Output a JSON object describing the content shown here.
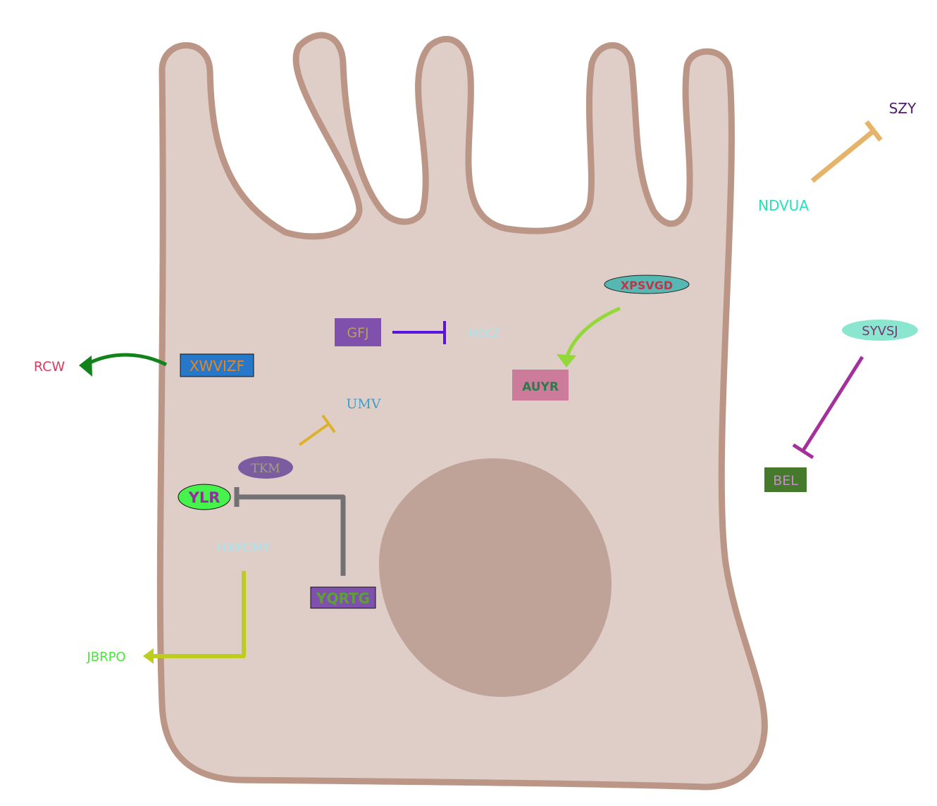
{
  "colors": {
    "cell_fill": "#decec7",
    "cell_stroke": "#bb9585",
    "nucleus_fill": "#c0a398"
  },
  "nodes": {
    "xwvizf": {
      "label": "XWVIZF",
      "shape": "rect",
      "fill": "#2778c9",
      "text_color": "#e0872d"
    },
    "rcw": {
      "label": "RCW",
      "text_color": "#d43d5f"
    },
    "gfj": {
      "label": "GFJ",
      "shape": "rect",
      "fill": "#7f51ac",
      "text_color": "#b7a05e"
    },
    "hixz": {
      "label": "HIXZ",
      "text_color": "#a8e4f0"
    },
    "xpsvgd": {
      "label": "XPSVGD",
      "shape": "ellipse",
      "fill": "#56b8b2",
      "text_color": "#c23447"
    },
    "auyr": {
      "label": "AUYR",
      "shape": "rect",
      "fill": "#cc7b9b",
      "text_color": "#2e7a4b"
    },
    "umv": {
      "label": "UMV",
      "text_color": "#3f9fc8"
    },
    "tkm": {
      "label": "TKM",
      "shape": "ellipse",
      "fill": "#7c5ca0",
      "text_color": "#a0a081"
    },
    "ylr": {
      "label": "YLR",
      "shape": "ellipse",
      "fill": "#45f34c",
      "text_color": "#9b2aa6"
    },
    "hxpcmy": {
      "label": "HXPCMY",
      "text_color": "#a8e4f0"
    },
    "yqrtg": {
      "label": "YQRTG",
      "shape": "rect",
      "fill": "#7f51ac",
      "text_color": "#5da035"
    },
    "jbrpo": {
      "label": "JBRPO",
      "text_color": "#4be63d"
    },
    "ndvua": {
      "label": "NDVUA",
      "text_color": "#27e0ba"
    },
    "szy": {
      "label": "SZY",
      "text_color": "#4e1a69"
    },
    "syvsj": {
      "label": "SYVSJ",
      "shape": "ellipse",
      "fill": "#8be6cf",
      "text_color": "#7a3576"
    },
    "bel": {
      "label": "BEL",
      "shape": "rect",
      "fill": "#457a2c",
      "text_color": "#c48fc7"
    }
  },
  "edges": [
    {
      "from": "XWVIZF",
      "to": "RCW",
      "type": "activation",
      "color": "#12821a"
    },
    {
      "from": "GFJ",
      "to": "HIXZ",
      "type": "inhibition",
      "color": "#5a14e0"
    },
    {
      "from": "XPSVGD",
      "to": "AUYR",
      "type": "activation",
      "color": "#93d839"
    },
    {
      "from": "TKM",
      "to": "UMV",
      "type": "inhibition",
      "color": "#ddb12a"
    },
    {
      "from": "YQRTG",
      "to": "YLR",
      "type": "inhibition",
      "color": "#747174"
    },
    {
      "from": "HXPCMY",
      "to": "JBRPO",
      "type": "activation",
      "color": "#bccd1f"
    },
    {
      "from": "NDVUA",
      "to": "SZY",
      "type": "inhibition",
      "color": "#e5b46a"
    },
    {
      "from": "SYVSJ",
      "to": "BEL",
      "type": "inhibition",
      "color": "#a5309b"
    }
  ]
}
